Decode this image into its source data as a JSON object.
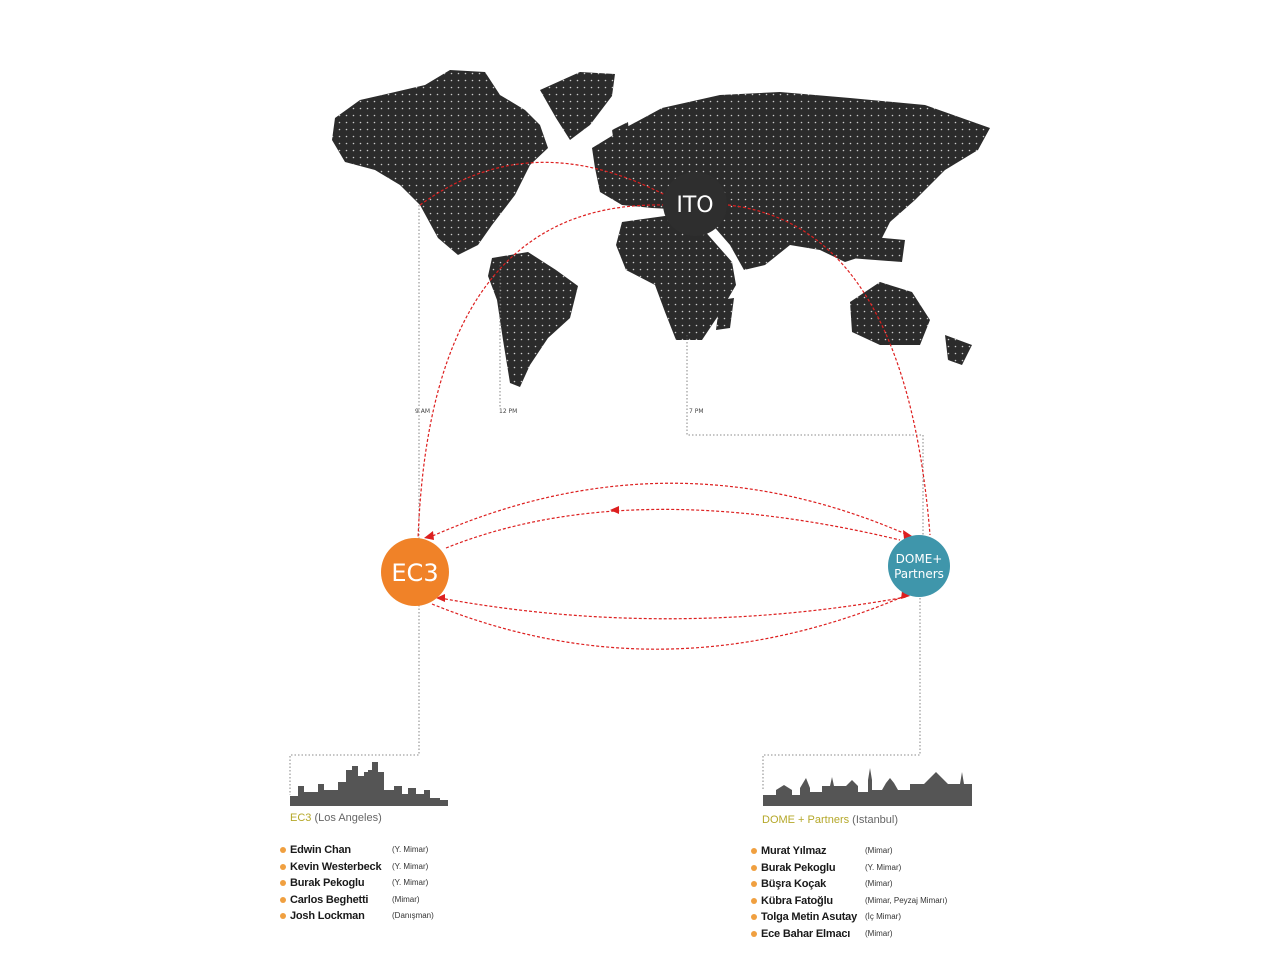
{
  "nodes": {
    "ito": {
      "label": "ITO",
      "color": "#2e2e2e"
    },
    "ec3": {
      "label": "EC3",
      "color": "#f08228"
    },
    "dome": {
      "label_line1": "DOME+",
      "label_line2": "Partners",
      "color": "#3f96ab"
    }
  },
  "time_labels": {
    "t1": "9 AM",
    "t2": "12 PM",
    "t3": "7 PM"
  },
  "colors": {
    "link": "#dd1f1f",
    "map": "#2b2b2b",
    "skyline": "#555555",
    "bullet": "#f0a040",
    "caption_accent": "#b5a82a"
  },
  "cities": {
    "la": {
      "name": "EC3",
      "place": "(Los Angeles)"
    },
    "ist": {
      "name": "DOME + Partners",
      "place": "(Istanbul)"
    }
  },
  "teams": {
    "ec3": [
      {
        "name": "Edwin Chan",
        "role": "(Y. Mimar)"
      },
      {
        "name": "Kevin Westerbeck",
        "role": "(Y. Mimar)"
      },
      {
        "name": "Burak Pekoglu",
        "role": "(Y. Mimar)"
      },
      {
        "name": "Carlos Beghetti",
        "role": "(Mimar)"
      },
      {
        "name": "Josh Lockman",
        "role": "(Danışman)"
      }
    ],
    "dome": [
      {
        "name": "Murat Yılmaz",
        "role": "(Mimar)"
      },
      {
        "name": "Burak Pekoglu",
        "role": "(Y. Mimar)"
      },
      {
        "name": "Büşra Koçak",
        "role": "(Mimar)"
      },
      {
        "name": "Kübra Fatoğlu",
        "role": "(Mimar, Peyzaj Mimarı)"
      },
      {
        "name": "Tolga Metin Asutay",
        "role": "(İç Mimar)"
      },
      {
        "name": "Ece Bahar Elmacı",
        "role": "(Mimar)"
      }
    ]
  }
}
